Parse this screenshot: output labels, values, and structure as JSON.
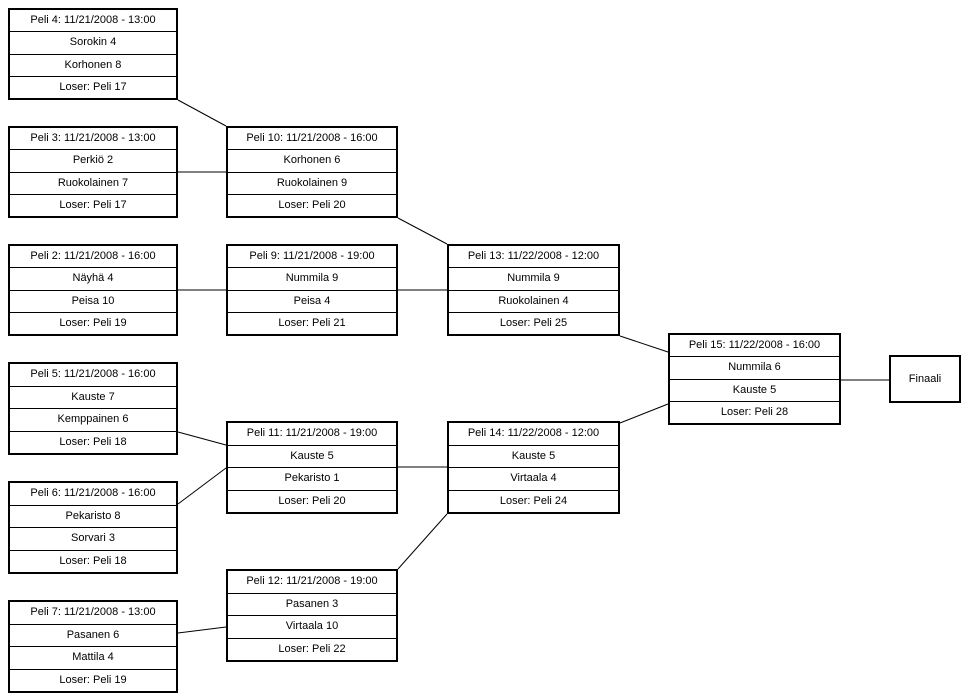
{
  "page": {
    "background_color": "#ffffff",
    "line_color": "#000000",
    "text_color": "#000000"
  },
  "matches": [
    {
      "id": "peli-4",
      "title": "Peli 4: 11/21/2008 - 13:00",
      "player1": "Sorokin 4",
      "player2": "Korhonen 8",
      "loser": "Loser: Peli 17"
    },
    {
      "id": "peli-3",
      "title": "Peli 3: 11/21/2008 - 13:00",
      "player1": "Perkiö 2",
      "player2": "Ruokolainen 7",
      "loser": "Loser: Peli 17"
    },
    {
      "id": "peli-2",
      "title": "Peli 2: 11/21/2008 - 16:00",
      "player1": "Näyhä 4",
      "player2": "Peisa 10",
      "loser": "Loser: Peli 19"
    },
    {
      "id": "peli-5",
      "title": "Peli 5: 11/21/2008 - 16:00",
      "player1": "Kauste 7",
      "player2": "Kemppainen 6",
      "loser": "Loser: Peli 18"
    },
    {
      "id": "peli-6",
      "title": "Peli 6: 11/21/2008 - 16:00",
      "player1": "Pekaristo 8",
      "player2": "Sorvari 3",
      "loser": "Loser: Peli 18"
    },
    {
      "id": "peli-7",
      "title": "Peli 7: 11/21/2008 - 13:00",
      "player1": "Pasanen 6",
      "player2": "Mattila 4",
      "loser": "Loser: Peli 19"
    },
    {
      "id": "peli-10",
      "title": "Peli 10: 11/21/2008 - 16:00",
      "player1": "Korhonen 6",
      "player2": "Ruokolainen 9",
      "loser": "Loser: Peli 20"
    },
    {
      "id": "peli-9",
      "title": "Peli 9: 11/21/2008 - 19:00",
      "player1": "Nummila 9",
      "player2": "Peisa 4",
      "loser": "Loser: Peli 21"
    },
    {
      "id": "peli-11",
      "title": "Peli 11: 11/21/2008 - 19:00",
      "player1": "Kauste 5",
      "player2": "Pekaristo 1",
      "loser": "Loser: Peli 20"
    },
    {
      "id": "peli-12",
      "title": "Peli 12: 11/21/2008 - 19:00",
      "player1": "Pasanen 3",
      "player2": "Virtaala 10",
      "loser": "Loser: Peli 22"
    },
    {
      "id": "peli-13",
      "title": "Peli 13: 11/22/2008 - 12:00",
      "player1": "Nummila 9",
      "player2": "Ruokolainen 4",
      "loser": "Loser: Peli 25"
    },
    {
      "id": "peli-14",
      "title": "Peli 14: 11/22/2008 - 12:00",
      "player1": "Kauste 5",
      "player2": "Virtaala 4",
      "loser": "Loser: Peli 24"
    },
    {
      "id": "peli-15",
      "title": "Peli 15: 11/22/2008 - 16:00",
      "player1": "Nummila 6",
      "player2": "Kauste 5",
      "loser": "Loser: Peli 28"
    }
  ],
  "final": {
    "label": "Finaali"
  },
  "connections": [
    {
      "from": "Peli 4",
      "to": "Peli 10"
    },
    {
      "from": "Peli 3",
      "to": "Peli 10"
    },
    {
      "from": "Peli 2",
      "to": "Peli 9"
    },
    {
      "from": "Peli 10",
      "to": "Peli 13"
    },
    {
      "from": "Peli 9",
      "to": "Peli 13"
    },
    {
      "from": "Peli 5",
      "to": "Peli 11"
    },
    {
      "from": "Peli 6",
      "to": "Peli 11"
    },
    {
      "from": "Peli 7",
      "to": "Peli 12"
    },
    {
      "from": "Peli 11",
      "to": "Peli 14"
    },
    {
      "from": "Peli 12",
      "to": "Peli 14"
    },
    {
      "from": "Peli 13",
      "to": "Peli 15"
    },
    {
      "from": "Peli 14",
      "to": "Peli 15"
    },
    {
      "from": "Peli 15",
      "to": "Finaali"
    }
  ]
}
